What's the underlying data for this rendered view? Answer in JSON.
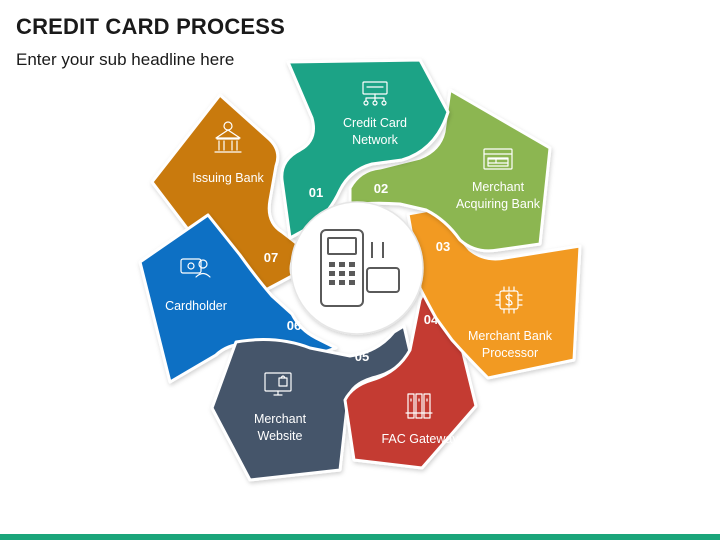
{
  "title": "CREDIT CARD PROCESS",
  "subtitle": "Enter your sub headline here",
  "colors": {
    "network": "#1ca386",
    "acquiring": "#8cb651",
    "processor": "#f29a21",
    "gateway": "#c43a30",
    "website": "#44546a",
    "cardholder": "#0b6fc4",
    "issuing": "#c97a10",
    "bottom_bar": "#1aa57a"
  },
  "steps": [
    {
      "number": "01",
      "line1": "Credit Card",
      "line2": "Network",
      "icon": "network-icon"
    },
    {
      "number": "02",
      "line1": "Merchant",
      "line2": "Acquiring Bank",
      "icon": "browser-window-icon"
    },
    {
      "number": "03",
      "line1": "Merchant Bank",
      "line2": "Processor",
      "icon": "dollar-chip-icon"
    },
    {
      "number": "04",
      "line1": "FAC Gateway",
      "line2": "",
      "icon": "server-rack-icon"
    },
    {
      "number": "05",
      "line1": "Merchant",
      "line2": "Website",
      "icon": "shopping-monitor-icon"
    },
    {
      "number": "06",
      "line1": "Cardholder",
      "line2": "",
      "icon": "card-user-icon"
    },
    {
      "number": "07",
      "line1": "Issuing Bank",
      "line2": "",
      "icon": "bank-icon"
    }
  ],
  "center_icon": "card-terminal-icon"
}
